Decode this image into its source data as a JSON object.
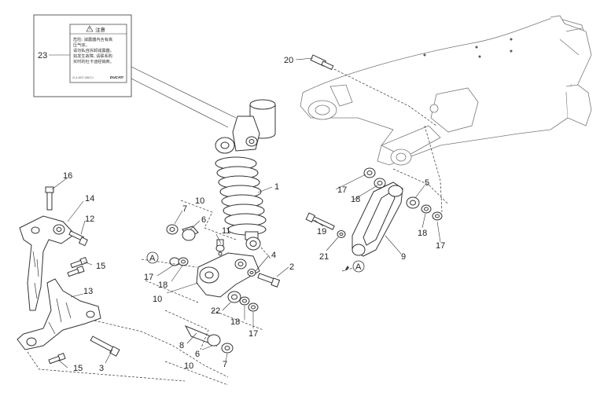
{
  "warning_label": {
    "title": "注意",
    "lines": [
      "危险: 減震器內含有高",
      "压气体。",
      "请勿私自拆卸減震器。",
      "如发生故障, 请联系购",
      "买时的杜卡迪经销商。"
    ],
    "code": "ZLA 4837-6BE14",
    "brand": "DUCATI"
  },
  "callouts": {
    "c1": "1",
    "c2": "2",
    "c3": "3",
    "c4": "4",
    "c5": "5",
    "c6a": "6",
    "c6b": "6",
    "c7a": "7",
    "c7b": "7",
    "c8": "8",
    "c9": "9",
    "c10a": "10",
    "c10b": "10",
    "c10c": "10",
    "c11": "11",
    "c12": "12",
    "c13": "13",
    "c14": "14",
    "c15a": "15",
    "c15b": "15",
    "c16": "16",
    "c17a": "17",
    "c17b": "17",
    "c17c": "17",
    "c17d": "17",
    "c18a": "18",
    "c18b": "18",
    "c18c": "18",
    "c18d": "18",
    "c19": "19",
    "c20": "20",
    "c21": "21",
    "c22": "22",
    "c23": "23"
  },
  "ref_markers": {
    "a1": "A",
    "a2": "A"
  }
}
